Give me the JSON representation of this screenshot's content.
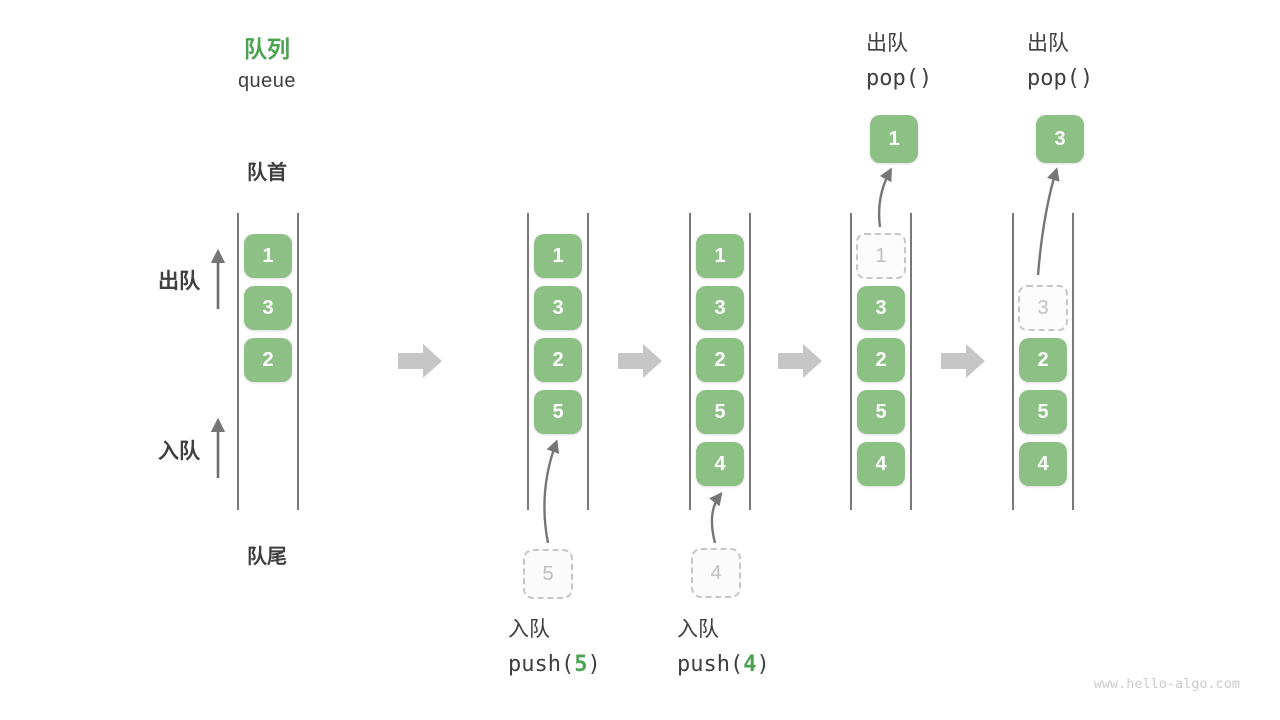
{
  "title": {
    "zh": "队列",
    "en": "queue"
  },
  "labels": {
    "front": "队首",
    "rear": "队尾",
    "dequeue": "出队",
    "enqueue": "入队"
  },
  "watermark": "www.hello-algo.com",
  "colors": {
    "box_green": "#8CC084",
    "accent_green": "#4BA351",
    "ink": "#3F3F3F",
    "ghost_border": "#C6C6C6",
    "ghost_text": "#BFBFBF",
    "channel_line": "#4B4B4B",
    "arrow": "#767676",
    "block_arrow": "#C6C6C6",
    "watermark_gray": "#CBCBCB",
    "box_text": "#FFFFFF"
  },
  "icons": {
    "flow_arrow": "right-block-arrow",
    "dequeue_arrow": "up-arrow",
    "enqueue_arrow": "up-arrow"
  },
  "stages": [
    {
      "first_slot": 0,
      "cells": [
        {
          "value": "1"
        },
        {
          "value": "3"
        },
        {
          "value": "2"
        }
      ]
    },
    {
      "first_slot": 0,
      "cells": [
        {
          "value": "1"
        },
        {
          "value": "3"
        },
        {
          "value": "2"
        },
        {
          "value": "5"
        }
      ],
      "incoming": {
        "value": "5"
      },
      "op": {
        "zh": "入队",
        "code_pre": "push(",
        "code_arg": "5",
        "code_post": ")"
      }
    },
    {
      "first_slot": 0,
      "cells": [
        {
          "value": "1"
        },
        {
          "value": "3"
        },
        {
          "value": "2"
        },
        {
          "value": "5"
        },
        {
          "value": "4"
        }
      ],
      "incoming": {
        "value": "4"
      },
      "op": {
        "zh": "入队",
        "code_pre": "push(",
        "code_arg": "4",
        "code_post": ")"
      }
    },
    {
      "first_slot": 0,
      "cells": [
        {
          "value": "1",
          "ghost": true
        },
        {
          "value": "3"
        },
        {
          "value": "2"
        },
        {
          "value": "5"
        },
        {
          "value": "4"
        }
      ],
      "outgoing": {
        "value": "1"
      },
      "op": {
        "zh": "出队",
        "code_pre": "pop()",
        "code_arg": "",
        "code_post": ""
      }
    },
    {
      "first_slot": 1,
      "cells": [
        {
          "value": "3",
          "ghost": true
        },
        {
          "value": "2"
        },
        {
          "value": "5"
        },
        {
          "value": "4"
        }
      ],
      "outgoing": {
        "value": "3"
      },
      "op": {
        "zh": "出队",
        "code_pre": "pop()",
        "code_arg": "",
        "code_post": ""
      }
    }
  ]
}
